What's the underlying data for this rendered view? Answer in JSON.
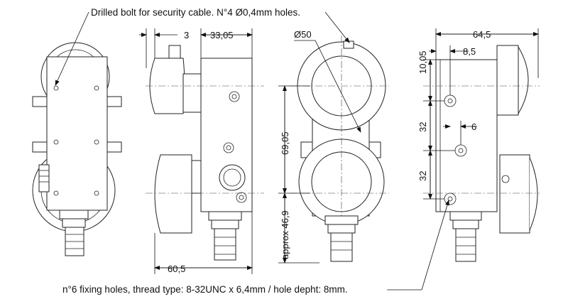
{
  "notes": {
    "top": "Drilled bolt for security cable. N°4 Ø0,4mm holes.",
    "bottom": "n°6 fixing holes, thread type: 8-32UNC x 6,4mm / hole depht: 8mm."
  },
  "dimensions": {
    "dim_3": "3",
    "dim_33_05": "33,05",
    "dim_60_5": "60,5",
    "dim_d50": "Ø50",
    "dim_69_05": "69,05",
    "dim_46_9": "approx 46,9",
    "dim_64_5": "64,5",
    "dim_10_05": "10,05",
    "dim_8_5": "8,5",
    "dim_32_a": "32",
    "dim_6": "6",
    "dim_32_b": "32"
  }
}
